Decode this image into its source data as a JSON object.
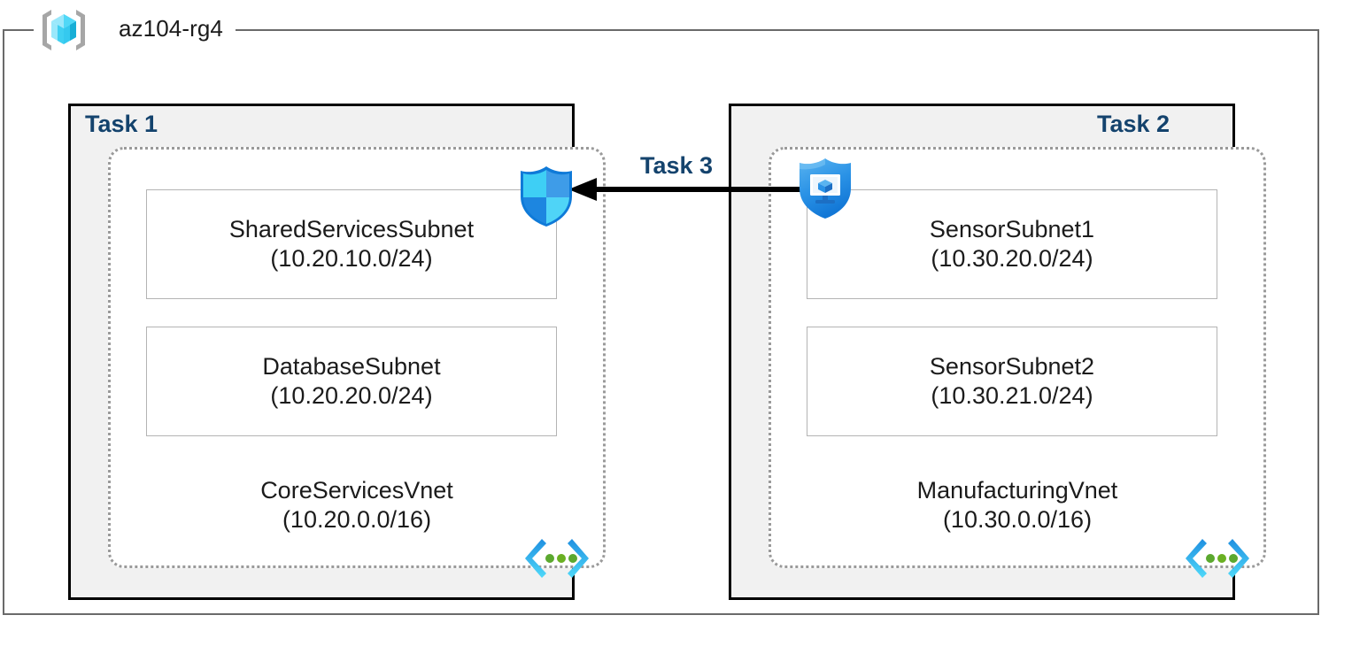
{
  "resource_group": {
    "name": "az104-rg4",
    "icon": "azure-resource-group-icon"
  },
  "tasks": [
    {
      "label": "Task 1"
    },
    {
      "label": "Task 2"
    },
    {
      "label": "Task 3"
    }
  ],
  "vnets": [
    {
      "name": "CoreServicesVnet",
      "cidr": "(10.20.0.0/16)",
      "icon": "virtual-network-icon",
      "subnets": [
        {
          "name": "SharedServicesSubnet",
          "cidr": "(10.20.10.0/24)"
        },
        {
          "name": "DatabaseSubnet",
          "cidr": "(10.20.20.0/24)"
        }
      ]
    },
    {
      "name": "ManufacturingVnet",
      "cidr": "(10.30.0.0/16)",
      "icon": "virtual-network-icon",
      "subnets": [
        {
          "name": "SensorSubnet1",
          "cidr": "(10.30.20.0/24)"
        },
        {
          "name": "SensorSubnet2",
          "cidr": "(10.30.21.0/24)"
        }
      ]
    }
  ],
  "security_icons": [
    {
      "name": "network-security-group-shield-icon"
    },
    {
      "name": "network-watcher-shield-monitor-icon"
    }
  ],
  "connector": {
    "name": "vnet-peering-arrow",
    "direction": "right-to-left"
  },
  "colors": {
    "task_label": "#14436d",
    "task_box_fill": "#f1f1f1",
    "task_box_border": "#000000",
    "vnet_border": "#9a9a9a",
    "subnet_border": "#b4b4b4",
    "rg_border": "#6a6a6a",
    "icon_cyan": "#32c5f4",
    "icon_blue": "#2288e0",
    "icon_green": "#5ba82f",
    "arrow": "#000000",
    "page_background": "#ffffff",
    "text": "#1b1b1b"
  }
}
